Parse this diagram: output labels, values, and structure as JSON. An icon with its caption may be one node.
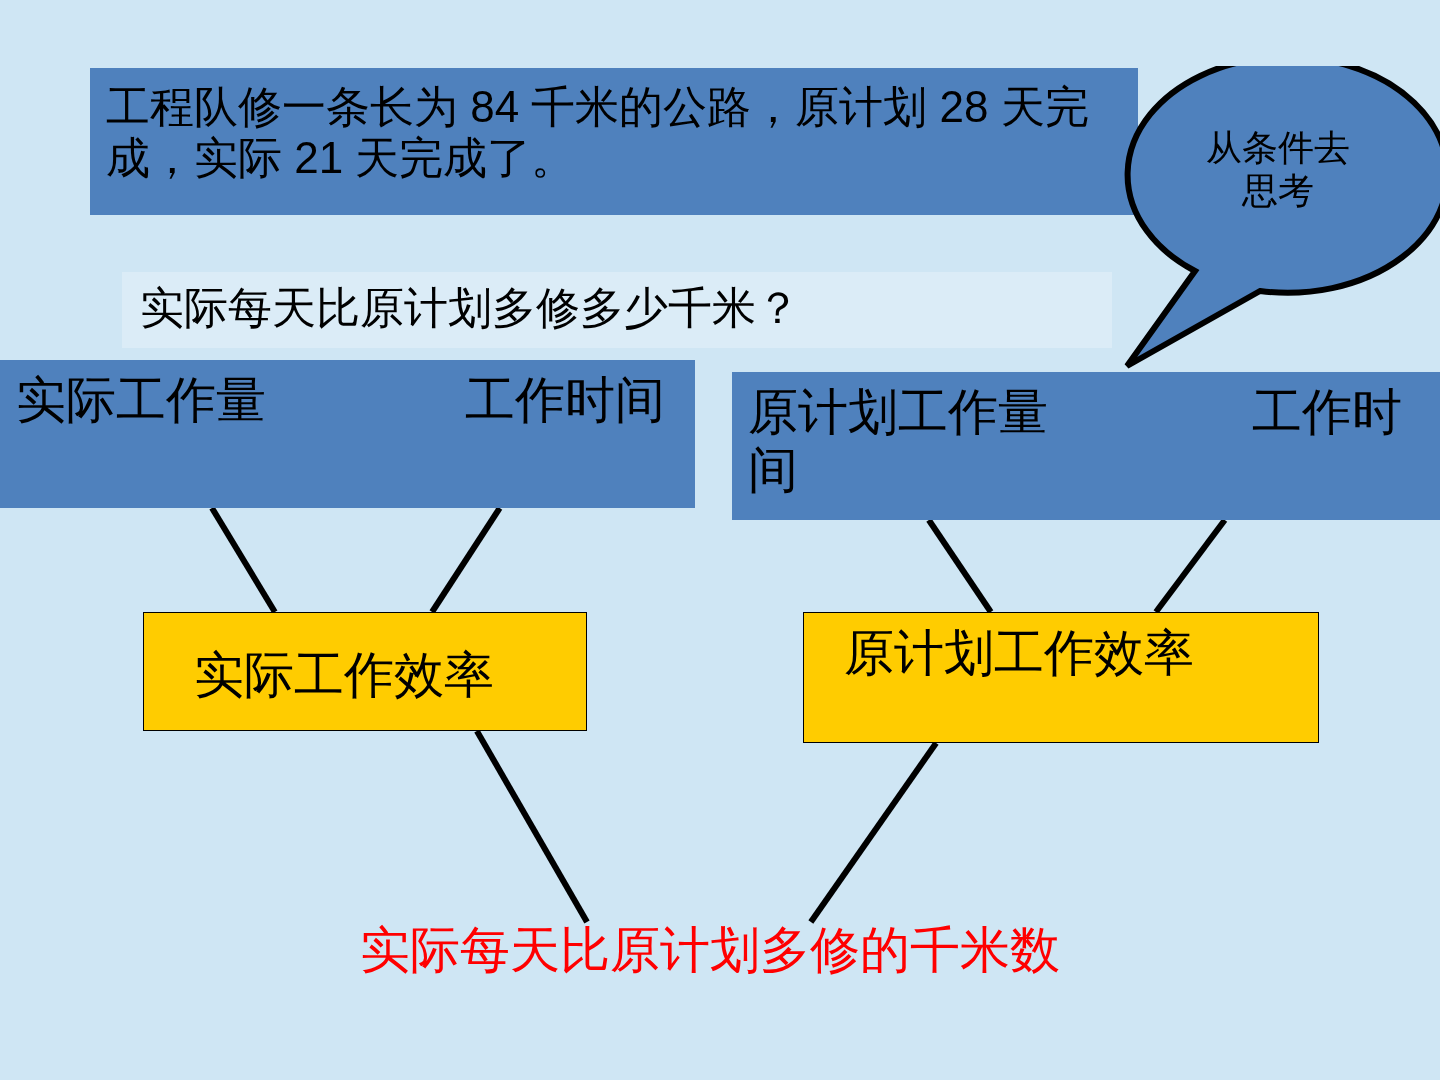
{
  "diagram": {
    "nodes": [
      {
        "text": [
          "工程队修一条长为 84 千米的公路，原计划 28 天完成，实际 21 天完成了。"
        ]
      },
      {
        "text": [
          "从条件去思考"
        ]
      },
      {
        "text": [
          "实际工作量",
          "工作时间"
        ]
      },
      {
        "text": [
          "原计划工作量",
          "工作时间"
        ]
      },
      {
        "text": [
          "实际工作效率"
        ]
      },
      {
        "text": [
          "原计划工作效率"
        ]
      },
      {
        "text": [
          "实际每天比原计划多修的千米数"
        ]
      }
    ],
    "edges": [
      {
        "from": 2,
        "to": 4,
        "arrow": "none"
      },
      {
        "from": 2,
        "to": 4,
        "arrow": "none"
      },
      {
        "from": 3,
        "to": 5,
        "arrow": "none"
      },
      {
        "from": 3,
        "to": 5,
        "arrow": "none"
      },
      {
        "from": 4,
        "to": 6,
        "arrow": "none"
      },
      {
        "from": 5,
        "to": 6,
        "arrow": "none"
      }
    ],
    "labels": [
      "实际每天比原计划多修多少千米？"
    ]
  }
}
